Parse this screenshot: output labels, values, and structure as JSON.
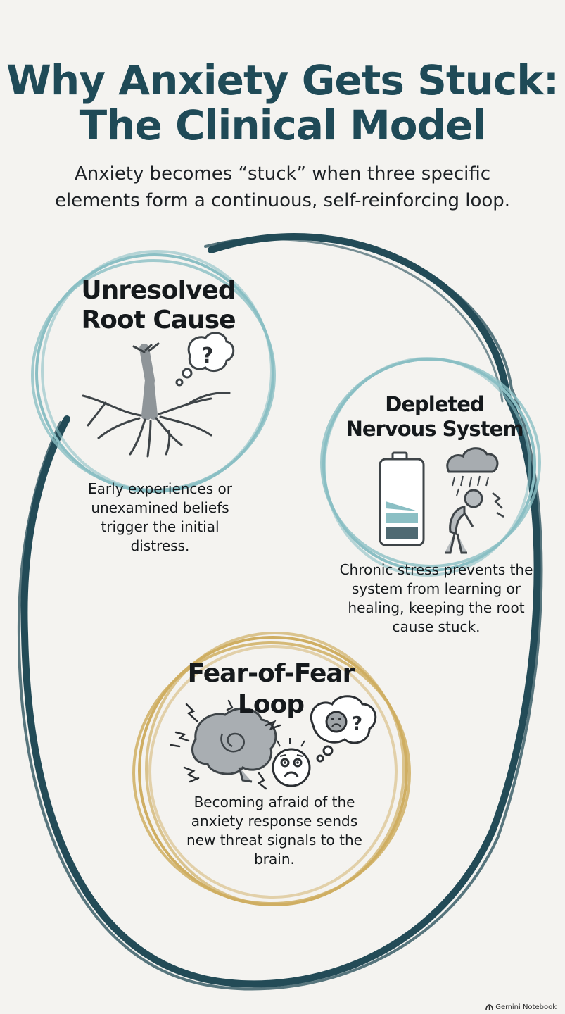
{
  "title": {
    "line1": "Why Anxiety Gets Stuck:",
    "line2": "The Clinical Model"
  },
  "subtitle": {
    "line1": "Anxiety becomes “stuck” when three specific",
    "line2": "elements form a continuous, self-reinforcing loop."
  },
  "nodes": [
    {
      "id": "root",
      "heading_lines": [
        "Unresolved",
        "Root Cause"
      ],
      "description": "Early experiences or unexamined beliefs trigger the initial distress.",
      "color": "#8bbfc4",
      "icons": [
        "tree-roots-icon",
        "question-thought-bubble-icon"
      ]
    },
    {
      "id": "nervous",
      "heading_lines": [
        "Depleted",
        "Nervous System"
      ],
      "description": "Chronic stress prevents the system from learning or healing, keeping the root cause stuck.",
      "color": "#8bbfc4",
      "icons": [
        "low-battery-icon",
        "rain-cloud-icon",
        "exhausted-person-icon"
      ]
    },
    {
      "id": "fear",
      "heading_lines": [
        "Fear-of-Fear",
        "Loop"
      ],
      "description": "Becoming afraid of the anxiety response sends new threat signals to the brain.",
      "color": "#cfae62",
      "icons": [
        "brain-icon",
        "lightning-icon",
        "anxious-face-icon",
        "worried-thought-bubble-icon"
      ]
    }
  ],
  "loop_color": "#234b57",
  "footer": {
    "badge": "Gemini Notebook"
  }
}
